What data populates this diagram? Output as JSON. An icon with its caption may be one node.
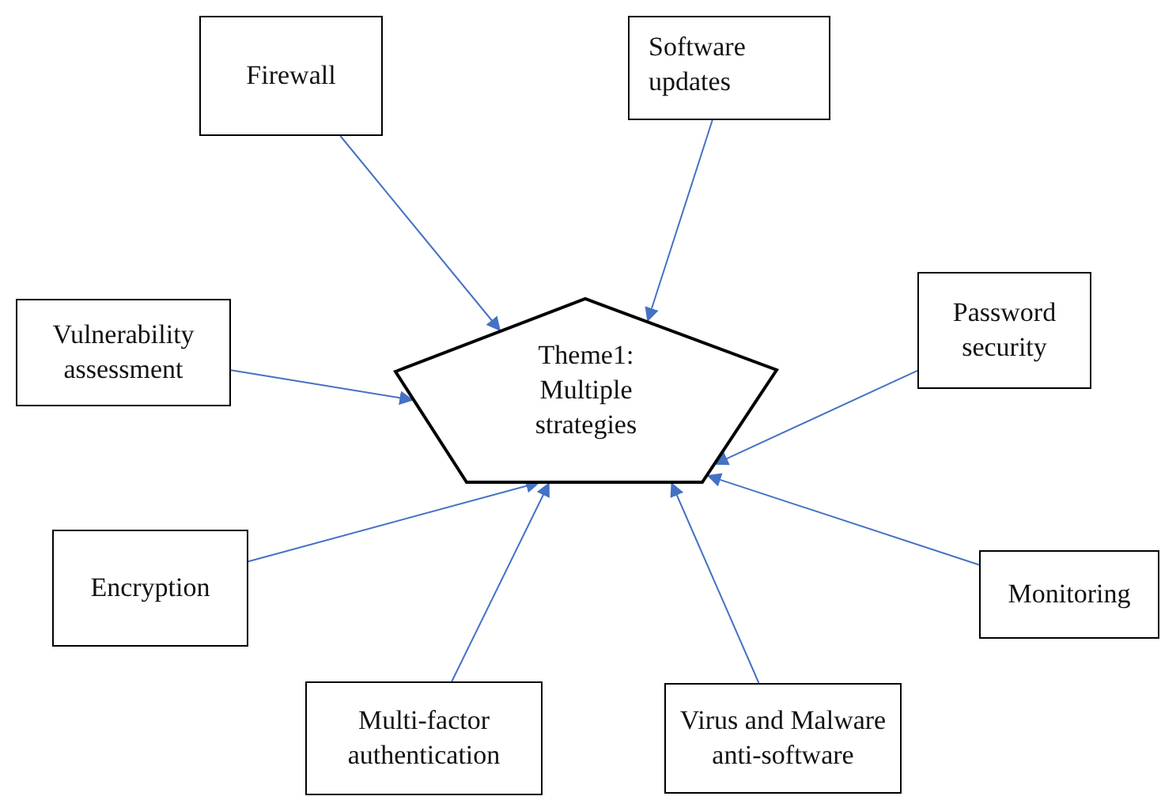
{
  "diagram": {
    "nodes": [
      {
        "text": [
          "Theme1: Multiple strategies"
        ]
      },
      {
        "text": [
          "Firewall"
        ]
      },
      {
        "text": [
          "Software updates"
        ]
      },
      {
        "text": [
          "Vulnerability assessment"
        ]
      },
      {
        "text": [
          "Password security"
        ]
      },
      {
        "text": [
          "Encryption"
        ]
      },
      {
        "text": [
          "Monitoring"
        ]
      },
      {
        "text": [
          "Multi-factor authentication"
        ]
      },
      {
        "text": [
          "Virus and Malware anti-software"
        ]
      }
    ],
    "edges": [
      {
        "from": 1,
        "to": 0,
        "arrow": "to"
      },
      {
        "from": 2,
        "to": 0,
        "arrow": "to"
      },
      {
        "from": 3,
        "to": 0,
        "arrow": "to"
      },
      {
        "from": 4,
        "to": 0,
        "arrow": "to"
      },
      {
        "from": 5,
        "to": 0,
        "arrow": "to"
      },
      {
        "from": 6,
        "to": 0,
        "arrow": "to"
      },
      {
        "from": 7,
        "to": 0,
        "arrow": "to"
      },
      {
        "from": 8,
        "to": 0,
        "arrow": "to"
      }
    ]
  }
}
